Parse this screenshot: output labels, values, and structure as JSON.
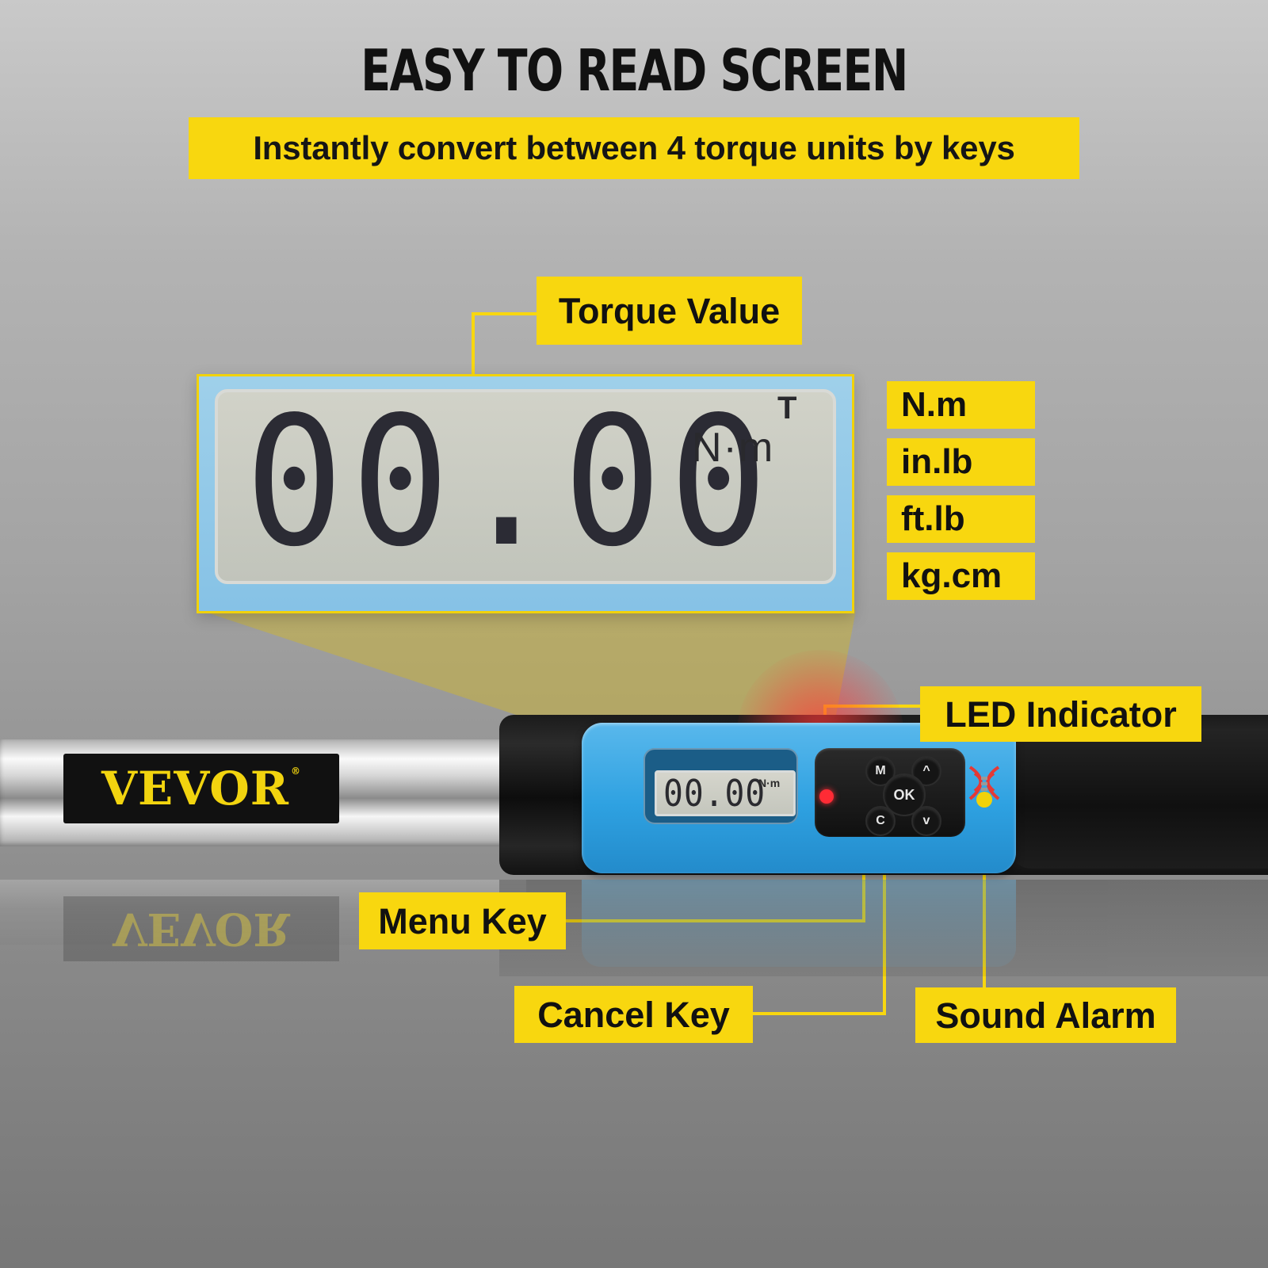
{
  "title": "EASY TO READ SCREEN",
  "subtitle": "Instantly convert between 4 torque units by keys",
  "callouts": {
    "torque_value": "Torque Value",
    "led_indicator": "LED Indicator",
    "menu_key": "Menu Key",
    "cancel_key": "Cancel Key",
    "sound_alarm": "Sound Alarm"
  },
  "units": [
    "N.m",
    "in.lb",
    "ft.lb",
    "kg.cm"
  ],
  "display": {
    "reading": "00.00",
    "unit": "N·m",
    "indicator": "T"
  },
  "brand": {
    "name": "VEVOR",
    "registered": "®"
  },
  "keys": {
    "menu": "M",
    "ok": "OK",
    "cancel": "C",
    "up": "^",
    "down": "v"
  },
  "colors": {
    "accent_yellow": "#f8d70f",
    "blue_panel": "#2ea1e1",
    "led_red": "#ff2b35"
  },
  "icons": {
    "speaker": "speaker-icon"
  }
}
